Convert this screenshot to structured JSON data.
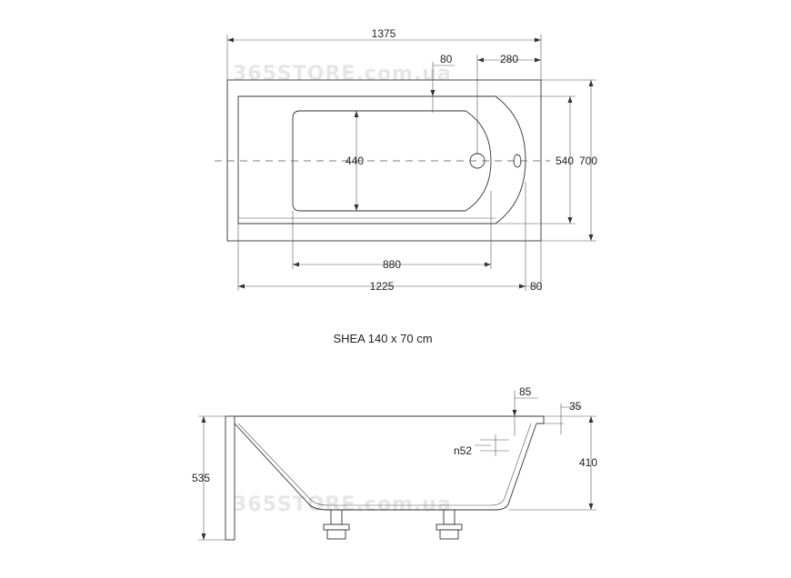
{
  "title": "SHEA 140 x 70 cm",
  "watermark": "365STORE.com.ua",
  "top_view": {
    "overall_length": "1375",
    "edge_offset": "80",
    "drain_offset": "280",
    "basin_width": "440",
    "inner_width": "540",
    "overall_width": "700",
    "basin_length": "880",
    "inner_length": "1225",
    "end_rim": "80"
  },
  "side_view": {
    "overflow_offset": "85",
    "rim_thickness": "35",
    "overflow_diameter": "n52",
    "depth": "410",
    "total_height": "535"
  }
}
